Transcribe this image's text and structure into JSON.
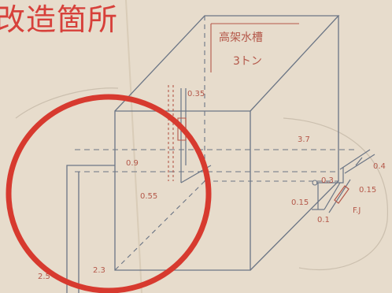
{
  "title": "改造箇所",
  "colors": {
    "paper": "#e7dccc",
    "ink": "#6b7585",
    "red_pencil": "#b4584a",
    "title_red": "#d7403a",
    "highlight_circle": "#d73a2f"
  },
  "labels": {
    "tank_name": "高架水槽",
    "tank_capacity": "3トン",
    "top_pipe": "0.35",
    "left_inner": "0.9",
    "drop_left": "0.55",
    "right_span": "3.7",
    "right_inner": "0.3",
    "valve_top": "0.4",
    "valve_mid": "0.15",
    "bottom_a": "0.15",
    "bottom_b": "0.1",
    "fitting": "F.J",
    "riser_a": "2.5",
    "riser_b": "2.3"
  }
}
